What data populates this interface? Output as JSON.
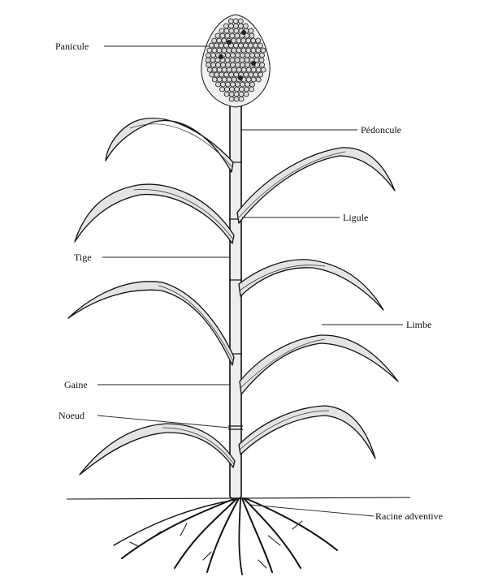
{
  "labels": {
    "panicule": "Panicule",
    "pedoncule": "Pédoncule",
    "ligule": "Ligule",
    "tige": "Tige",
    "limbe": "Limbe",
    "gaine": "Gaine",
    "noeud": "Noeud",
    "racine_adventive": "Racine adventive"
  },
  "colors": {
    "ink": "#111111",
    "leaf_fill": "#e4e4e4",
    "background": "#ffffff"
  }
}
